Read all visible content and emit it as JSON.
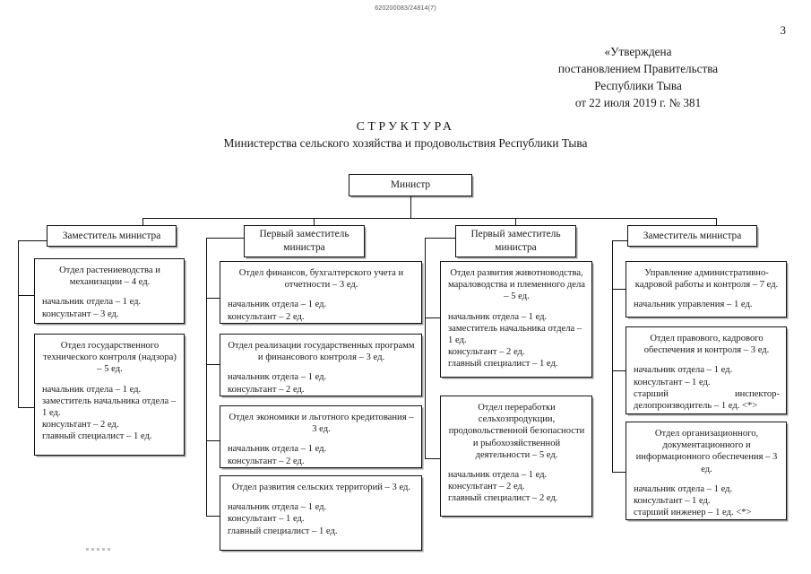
{
  "document": {
    "doc_id": "620200083/24814(7)",
    "page_number": "3",
    "approval": [
      "«Утверждена",
      "постановлением Правительства",
      "Республики Тыва",
      "от 22 июля 2019 г. № 381"
    ],
    "title_main": "СТРУКТУРА",
    "title_sub": "Министерства сельского хозяйства и продовольствия Республики Тыва"
  },
  "chart": {
    "root": {
      "label": "Министр"
    },
    "deputies": [
      {
        "label": "Заместитель министра"
      },
      {
        "label": "Первый заместитель министра"
      },
      {
        "label": "Первый заместитель министра"
      },
      {
        "label": "Заместитель министра"
      }
    ],
    "columns": [
      {
        "units": [
          {
            "head": "Отдел растениеводства и механизации – 4 ед.",
            "lines": [
              "начальник отдела – 1 ед.",
              "консультант – 3 ед."
            ]
          },
          {
            "head": "Отдел государственного технического контроля (надзора) – 5 ед.",
            "lines": [
              "начальник отдела – 1 ед.",
              "заместитель начальника отдела – 1 ед.",
              "консультант – 2 ед.",
              "главный специалист – 1 ед."
            ]
          }
        ]
      },
      {
        "units": [
          {
            "head": "Отдел финансов, бухгалтерского учета и отчетности – 3 ед.",
            "lines": [
              "начальник отдела – 1 ед.",
              "консультант – 2 ед."
            ]
          },
          {
            "head": "Отдел реализации государственных программ и финансового контроля – 3 ед.",
            "lines": [
              "начальник отдела – 1 ед.",
              "консультант – 2 ед."
            ]
          },
          {
            "head": "Отдел экономики и льготного кредитования – 3 ед.",
            "lines": [
              "начальник отдела – 1 ед.",
              "консультант – 2 ед."
            ]
          },
          {
            "head": "Отдел развития сельских территорий – 3 ед.",
            "lines": [
              "начальник отдела – 1 ед.",
              "консультант – 1 ед.",
              "главный специалист – 1 ед."
            ]
          }
        ]
      },
      {
        "units": [
          {
            "head": "Отдел развития животноводства, мараловодства и племенного дела – 5 ед.",
            "lines": [
              "начальник отдела – 1 ед.",
              "заместитель начальника отдела – 1 ед.",
              "консультант – 2 ед.",
              "главный специалист – 1 ед."
            ]
          },
          {
            "head": "Отдел переработки сельхозпродукции, продовольственной безопасности и рыбохозяйственной деятельности – 5 ед.",
            "lines": [
              "начальник отдела – 1 ед.",
              "консультант – 2 ед.",
              "главный специалист – 2 ед."
            ]
          }
        ]
      },
      {
        "units": [
          {
            "head": "Управление административно-кадровой работы и контроля – 7 ед.",
            "lines": [
              "начальник управления – 1 ед."
            ]
          },
          {
            "head": "Отдел правового, кадрового обеспечения и контроля – 3 ед.",
            "lines": [
              "начальник отдела – 1 ед.",
              "консультант – 1 ед."
            ],
            "spread_line": {
              "left": "старший",
              "right": "инспектор-"
            },
            "tail_line": "делопроизводитель – 1 ед. <*>"
          },
          {
            "head": "Отдел организационного, документационного и информационного обеспечения – 3 ед.",
            "lines": [
              "начальник отдела – 1 ед.",
              "консультант – 1 ед.",
              "старший инженер – 1 ед. <*>"
            ]
          }
        ]
      }
    ]
  }
}
